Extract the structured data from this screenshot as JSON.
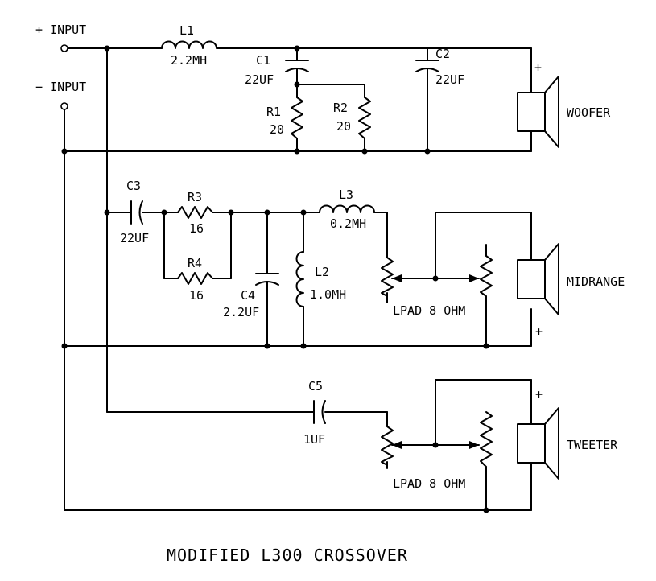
{
  "inputs": {
    "positive": "+ INPUT",
    "negative": "− INPUT"
  },
  "components": {
    "L1": {
      "ref": "L1",
      "value": "2.2MH"
    },
    "C1": {
      "ref": "C1",
      "value": "22UF"
    },
    "C2": {
      "ref": "C2",
      "value": "22UF"
    },
    "R1": {
      "ref": "R1",
      "value": "20"
    },
    "R2": {
      "ref": "R2",
      "value": "20"
    },
    "C3": {
      "ref": "C3",
      "value": "22UF"
    },
    "R3": {
      "ref": "R3",
      "value": "16"
    },
    "R4": {
      "ref": "R4",
      "value": "16"
    },
    "C4": {
      "ref": "C4",
      "value": "2.2UF"
    },
    "L2": {
      "ref": "L2",
      "value": "1.0MH"
    },
    "L3": {
      "ref": "L3",
      "value": "0.2MH"
    },
    "C5": {
      "ref": "C5",
      "value": "1UF"
    },
    "lpad_mid": "LPAD 8 OHM",
    "lpad_tweeter": "LPAD 8 OHM"
  },
  "speakers": {
    "woofer": {
      "label": "WOOFER",
      "polarity": "+"
    },
    "midrange": {
      "label": "MIDRANGE",
      "polarity": "+"
    },
    "tweeter": {
      "label": "TWEETER",
      "polarity": "+"
    }
  },
  "title": "MODIFIED L300 CROSSOVER"
}
